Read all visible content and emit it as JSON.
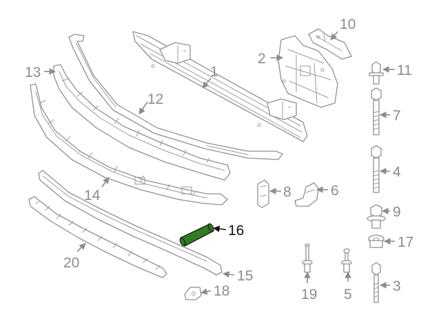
{
  "diagram": {
    "highlight_color": "#2f7d1c",
    "highlighted_part": "16",
    "callouts": [
      {
        "id": "c1",
        "label": "1"
      },
      {
        "id": "c2",
        "label": "2"
      },
      {
        "id": "c3",
        "label": "3"
      },
      {
        "id": "c4",
        "label": "4"
      },
      {
        "id": "c5",
        "label": "5"
      },
      {
        "id": "c6",
        "label": "6"
      },
      {
        "id": "c7",
        "label": "7"
      },
      {
        "id": "c8",
        "label": "8"
      },
      {
        "id": "c9",
        "label": "9"
      },
      {
        "id": "c10",
        "label": "10"
      },
      {
        "id": "c11",
        "label": "11"
      },
      {
        "id": "c12",
        "label": "12"
      },
      {
        "id": "c13",
        "label": "13"
      },
      {
        "id": "c14",
        "label": "14"
      },
      {
        "id": "c15",
        "label": "15"
      },
      {
        "id": "c16",
        "label": "16"
      },
      {
        "id": "c17",
        "label": "17"
      },
      {
        "id": "c18",
        "label": "18"
      },
      {
        "id": "c19",
        "label": "19"
      },
      {
        "id": "c20",
        "label": "20"
      }
    ]
  }
}
